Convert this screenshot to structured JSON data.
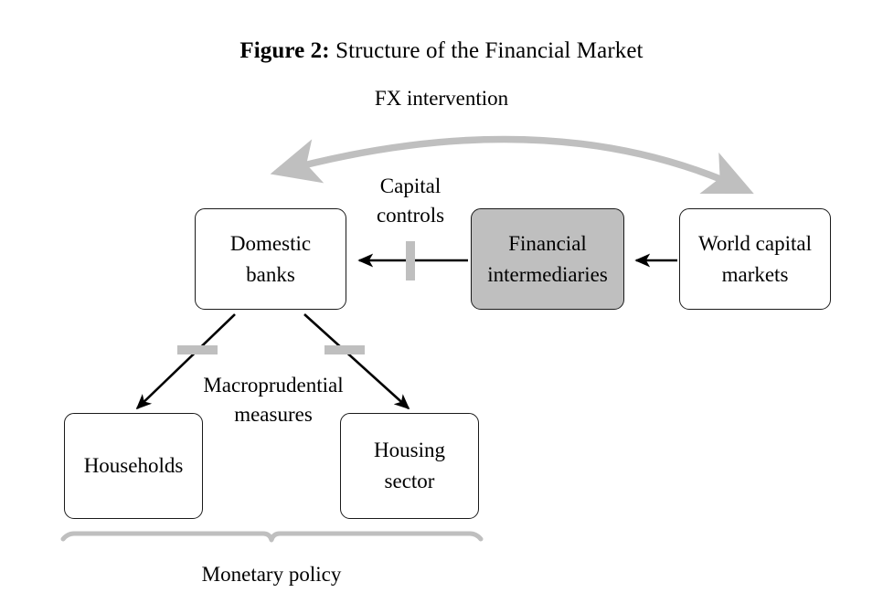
{
  "figure": {
    "label": "Figure 2:",
    "title": " Structure of the Financial Market",
    "full_title": "Figure 2: Structure of the Financial Market"
  },
  "diagram": {
    "type": "flow-diagram",
    "nodes": [
      {
        "id": "domestic-banks",
        "lines": [
          "Domestic",
          "banks"
        ],
        "fill": "#ffffff",
        "border": "#1a1a1a"
      },
      {
        "id": "financial-intermediaries",
        "lines": [
          "Financial",
          "intermediaries"
        ],
        "fill": "#bfbfbf",
        "border": "#1a1a1a"
      },
      {
        "id": "world-capital-markets",
        "lines": [
          "World capital",
          "markets"
        ],
        "fill": "#ffffff",
        "border": "#1a1a1a"
      },
      {
        "id": "households",
        "lines": [
          "Households"
        ],
        "fill": "#ffffff",
        "border": "#1a1a1a"
      },
      {
        "id": "housing-sector",
        "lines": [
          "Housing",
          "sector"
        ],
        "fill": "#ffffff",
        "border": "#1a1a1a"
      }
    ],
    "annotations": {
      "fx_intervention": "FX intervention",
      "capital_controls": "Capital controls",
      "capital_controls_line1": "Capital",
      "capital_controls_line2": "controls",
      "macroprudential_measures": "Macroprudential measures",
      "macroprudential_line1": "Macroprudential",
      "macroprudential_line2": "measures",
      "monetary_policy": "Monetary policy"
    },
    "edges": [
      {
        "id": "fx-intervention-arc",
        "from": "domestic-banks",
        "to": "world-capital-markets",
        "style": "curved-double-headed",
        "color": "#bfbfbf",
        "label": "FX intervention"
      },
      {
        "id": "intermediaries-to-banks",
        "from": "financial-intermediaries",
        "to": "domestic-banks",
        "style": "straight-arrow",
        "color": "#000000",
        "barrier": "capital-controls-bar"
      },
      {
        "id": "world-to-intermediaries",
        "from": "world-capital-markets",
        "to": "financial-intermediaries",
        "style": "straight-arrow",
        "color": "#000000"
      },
      {
        "id": "banks-to-households",
        "from": "domestic-banks",
        "to": "households",
        "style": "straight-arrow",
        "color": "#000000",
        "barrier": "macroprudential-bar-left"
      },
      {
        "id": "banks-to-housing",
        "from": "domestic-banks",
        "to": "housing-sector",
        "style": "straight-arrow",
        "color": "#000000",
        "barrier": "macroprudential-bar-right"
      },
      {
        "id": "monetary-policy-brace",
        "spans": [
          "households",
          "housing-sector"
        ],
        "style": "curly-brace",
        "color": "#bfbfbf",
        "label": "Monetary policy"
      }
    ],
    "colors": {
      "accent_gray": "#bfbfbf",
      "line_black": "#000000",
      "box_border": "#1a1a1a",
      "background": "#ffffff"
    }
  }
}
